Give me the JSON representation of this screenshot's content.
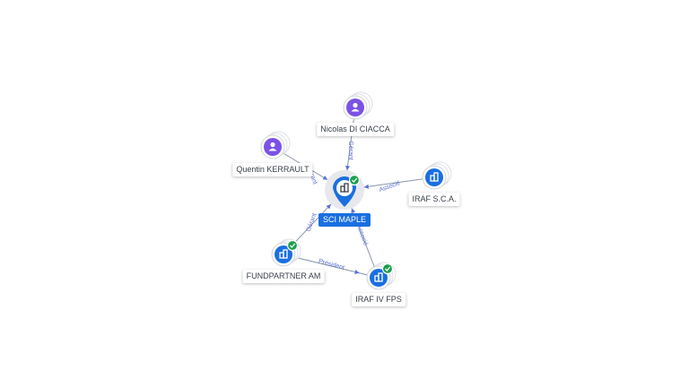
{
  "colors": {
    "edge": "#8a96a8",
    "edge_label": "#5b6fd8",
    "person": "#7b52e6",
    "company": "#1a6fe0",
    "verified": "#1e9e4e"
  },
  "graph": {
    "center": {
      "label": "SCI MAPLE",
      "icon": "building-icon",
      "verified": true
    },
    "nodes": [
      {
        "id": "nicolas",
        "label": "Nicolas DI CIACCA",
        "kind": "person",
        "icon": "person-icon",
        "verified": false
      },
      {
        "id": "quentin",
        "label": "Quentin KERRAULT",
        "kind": "person",
        "icon": "person-icon",
        "verified": false
      },
      {
        "id": "iraf_sca",
        "label": "IRAF S.C.A.",
        "kind": "company",
        "icon": "building-icon",
        "verified": false
      },
      {
        "id": "fundpartner",
        "label": "FUNDPARTNER AM",
        "kind": "company",
        "icon": "building-icon",
        "verified": true
      },
      {
        "id": "iraf_iv",
        "label": "IRAF IV FPS",
        "kind": "company",
        "icon": "building-icon",
        "verified": true
      }
    ],
    "edges": [
      {
        "from": "nicolas",
        "to": "center",
        "label": "Gérant"
      },
      {
        "from": "quentin",
        "to": "center",
        "label": "Gérant"
      },
      {
        "from": "iraf_sca",
        "to": "center",
        "label": "Associé"
      },
      {
        "from": "fundpartner",
        "to": "center",
        "label": "Gérant"
      },
      {
        "from": "iraf_iv",
        "to": "center",
        "label": "Associé"
      },
      {
        "from": "fundpartner",
        "to": "iraf_iv",
        "label": "Président"
      }
    ]
  }
}
